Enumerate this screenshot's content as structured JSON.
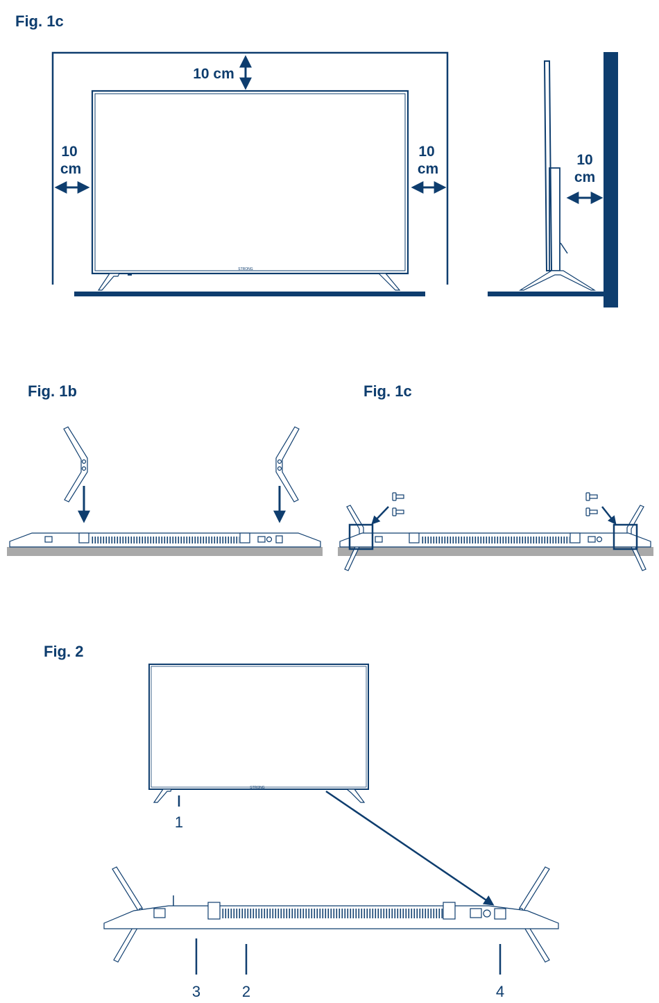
{
  "figures": {
    "clearance": {
      "label": "Fig. 1c",
      "dim_top": "10 cm",
      "dim_left_value": "10",
      "dim_left_unit": "cm",
      "dim_right_value": "10",
      "dim_right_unit": "cm",
      "dim_side_value": "10",
      "dim_side_unit": "cm"
    },
    "stand_insert": {
      "label": "Fig. 1b"
    },
    "stand_screw": {
      "label": "Fig. 1c"
    },
    "connections": {
      "label": "Fig. 2",
      "callouts": [
        "1",
        "2",
        "3",
        "4"
      ]
    }
  },
  "colors": {
    "ink": "#0e3d6e",
    "table": "#a9a9a9"
  }
}
